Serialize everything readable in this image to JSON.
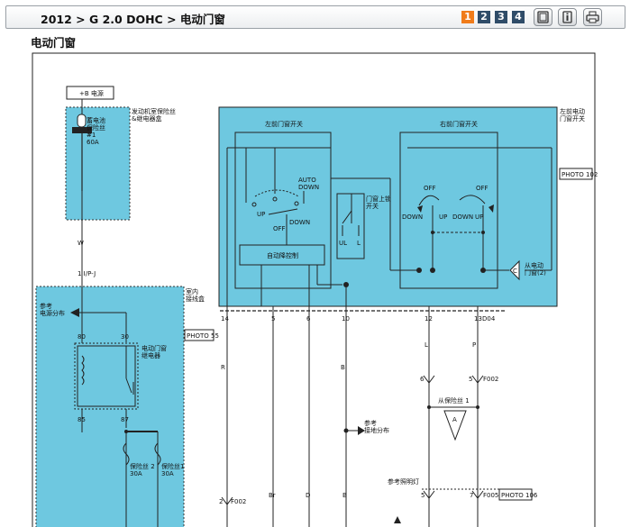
{
  "header": {
    "breadcrumb": "2012 > G 2.0 DOHC > 电动门窗",
    "pages": [
      "1",
      "2",
      "3",
      "4"
    ],
    "active_page": "1",
    "active_color": "#f07c1a",
    "inactive_color": "#2f4c68"
  },
  "page_title": "电动门窗",
  "diagram": {
    "fill_color": "#6ec8e0",
    "power_source": "+B 电源",
    "engine_fuse_box": "发动机室保险丝\n&继电器盒",
    "battery_fuse": "蓄电池\n保险丝\n#1\n60A",
    "wire_w": "W",
    "conn_ipj": "1  I/P-J",
    "indoor_fuse_box": "室内\n接线盒",
    "ref_power_dist": "参考\n电源分布",
    "relay": "电动门窗\n继电器",
    "pins_relay": [
      "80",
      "30",
      "85",
      "87"
    ],
    "photo_55": "PHOTO 55",
    "fuse_2": "保险丝 2\n30A",
    "fuse_1": "保险丝1\n30A",
    "front_left_switch": "左前电动\n门窗开关",
    "left_front_sw": "左前门窗开关",
    "right_front_sw": "右前门窗开关",
    "photo_102": "PHOTO 102",
    "auto_down": "AUTO\nDOWN",
    "lbl_up": "UP",
    "lbl_off": "OFF",
    "lbl_down": "DOWN",
    "lock_switch": "门窗上锁\n开关",
    "ul": "UL",
    "l": "L",
    "auto_down_ctrl": "自动降控制",
    "from_power_window": "从电动\n门窗(2)",
    "lbl_c": "C",
    "pin_numbers": [
      "14",
      "5",
      "6",
      "10",
      "12",
      "13"
    ],
    "conn_d04": "D04",
    "wire_colors": [
      "R",
      "B",
      "L",
      "P",
      "Br",
      "D",
      "B"
    ],
    "conn_f002": "F002",
    "pin_6": "6",
    "pin_5": "5",
    "from_fuse_1": "从保险丝 1",
    "lbl_a": "A",
    "ref_ground": "参考\n接地分布",
    "ref_lamp": "参考照明灯",
    "bottom_pins": [
      "2",
      "5",
      "7"
    ],
    "conn_f002b": "F002",
    "conn_f005": "F005",
    "photo_106": "PHOTO 106"
  }
}
